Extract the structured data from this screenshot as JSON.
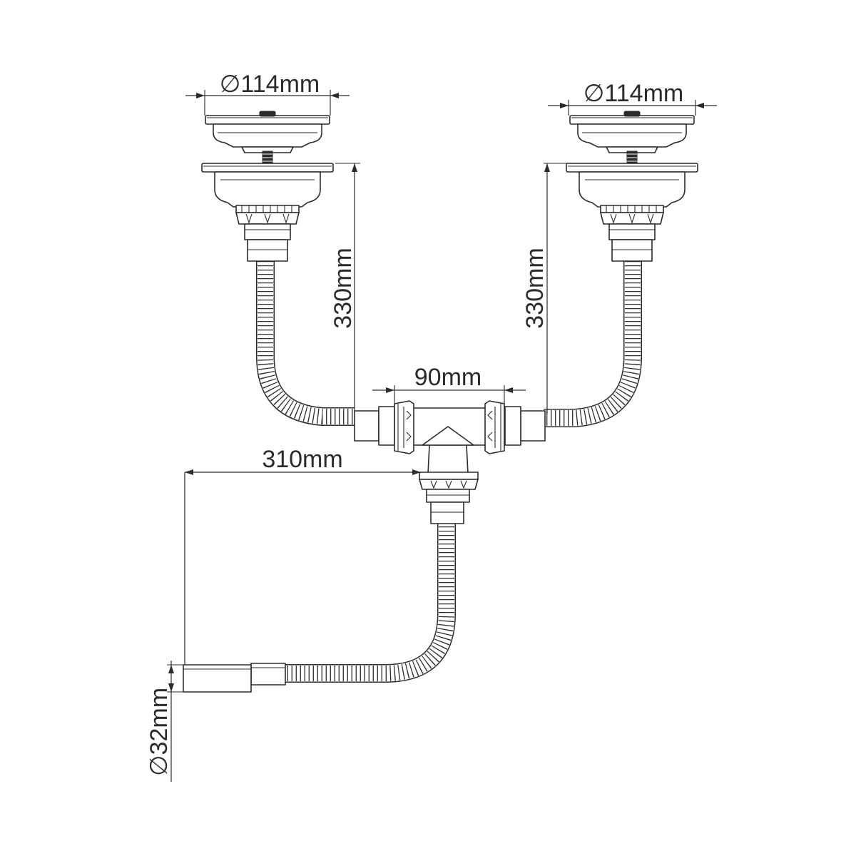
{
  "dimensions": {
    "left_strainer_diameter": "∅114mm",
    "right_strainer_diameter": "∅114mm",
    "left_drop_height": "330mm",
    "right_drop_height": "330mm",
    "tee_spacing": "90mm",
    "outlet_offset": "310mm",
    "outlet_diameter": "∅32mm"
  }
}
